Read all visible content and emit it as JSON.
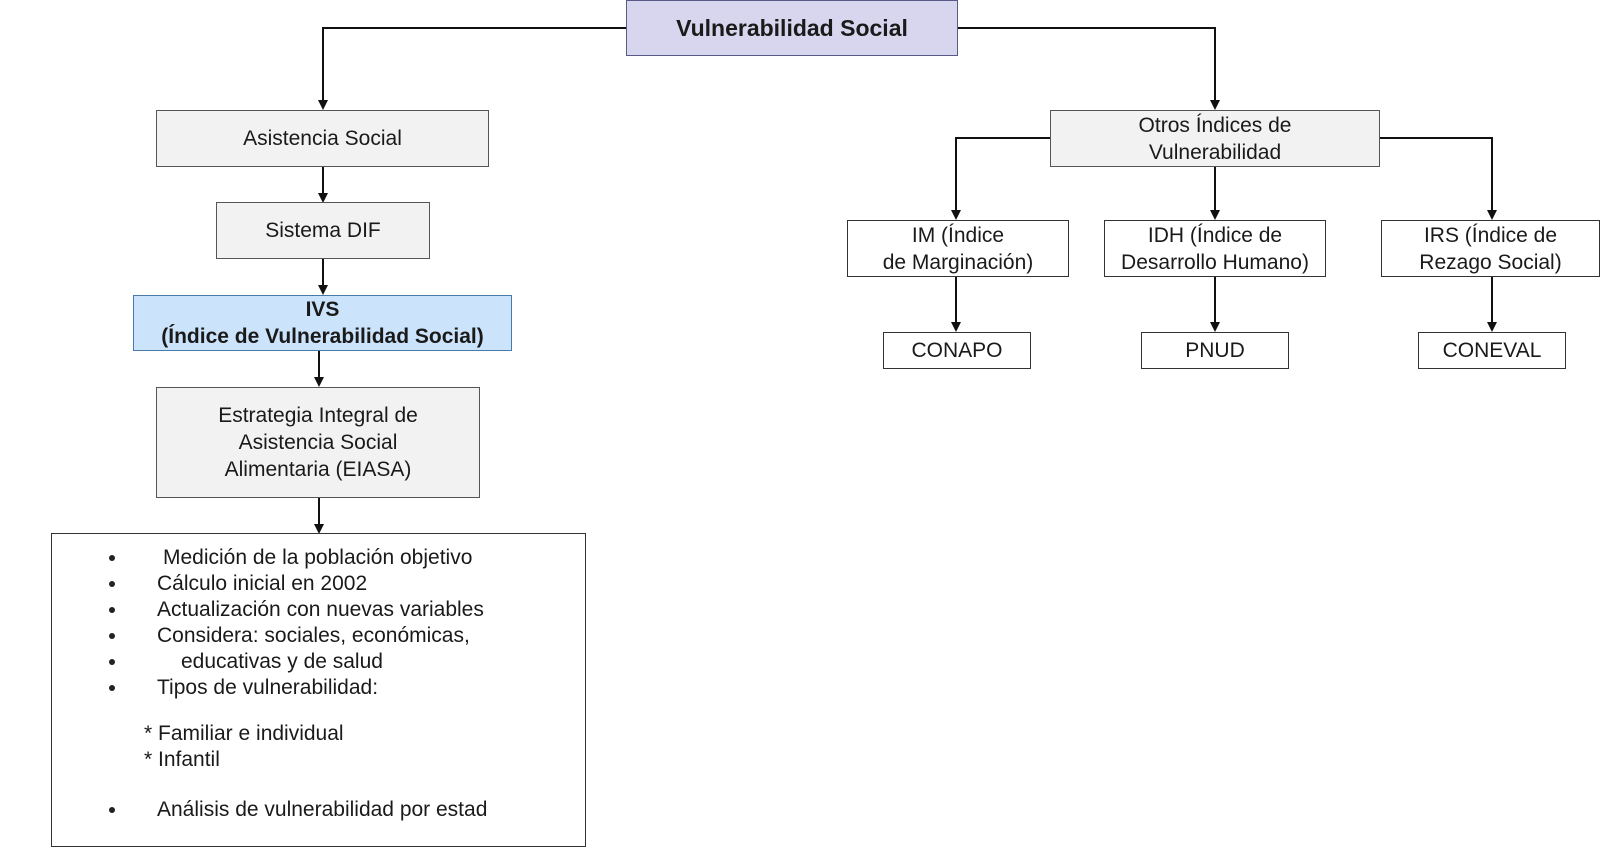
{
  "root": {
    "title": "Vulnerabilidad Social"
  },
  "left": {
    "asistencia": "Asistencia Social",
    "dif": "Sistema DIF",
    "ivs": "IVS\n(Índice de Vulnerabilidad Social)",
    "eiasa": "Estrategia Integral de\nAsistencia Social\nAlimentaria (EIASA)",
    "detail": {
      "bullets": [
        "Medición de la población objetivo",
        "Cálculo inicial en 2002",
        "Actualización con nuevas variables",
        "Considera: sociales, económicas,",
        "educativas y de salud",
        "Tipos de vulnerabilidad:"
      ],
      "types": [
        "* Familiar e individual",
        "* Infantil"
      ],
      "last_bullet": "Análisis de vulnerabilidad por estad"
    }
  },
  "right": {
    "otros": "Otros Índices de\nVulnerabilidad",
    "indices": [
      {
        "name": "IM  (Índice\nde Marginación)",
        "source": "CONAPO"
      },
      {
        "name": "IDH (Índice de\nDesarrollo Humano)",
        "source": "PNUD"
      },
      {
        "name": "IRS (Índice  de\nRezago Social)",
        "source": "CONEVAL"
      }
    ]
  }
}
